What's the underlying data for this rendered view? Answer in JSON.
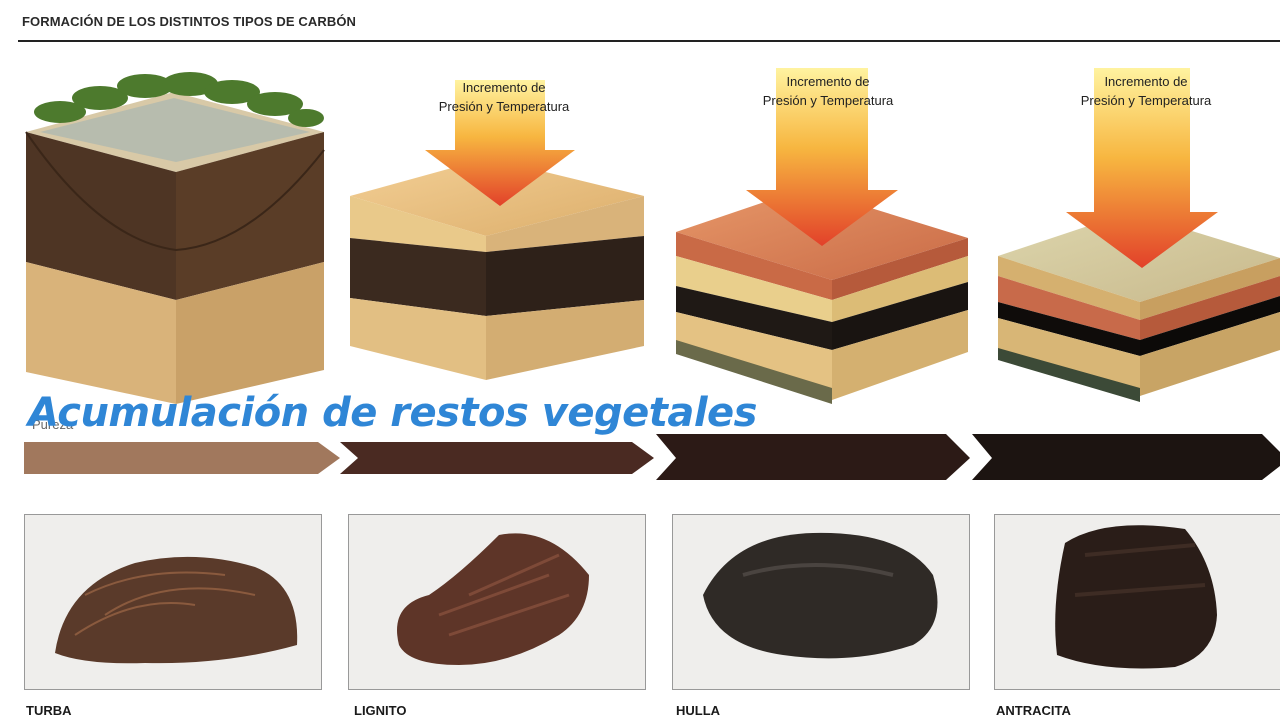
{
  "diagram": {
    "title": "FORMACIÓN DE LOS DISTINTOS TIPOS DE CARBÓN",
    "pressure_label_line1": "Incremento de",
    "pressure_label_line2": "Presión y Temperatura",
    "purity_label": "Pureza",
    "overlay_caption": "Acumulación de restos vegetales",
    "stages": [
      {
        "name": "TURBA",
        "arrow_color": "#a1785d"
      },
      {
        "name": "LIGNITO",
        "arrow_color": "#4a2a22"
      },
      {
        "name": "HULLA",
        "arrow_color": "#2c1a16"
      },
      {
        "name": "ANTRACITA",
        "arrow_color": "#1c1411"
      }
    ]
  }
}
